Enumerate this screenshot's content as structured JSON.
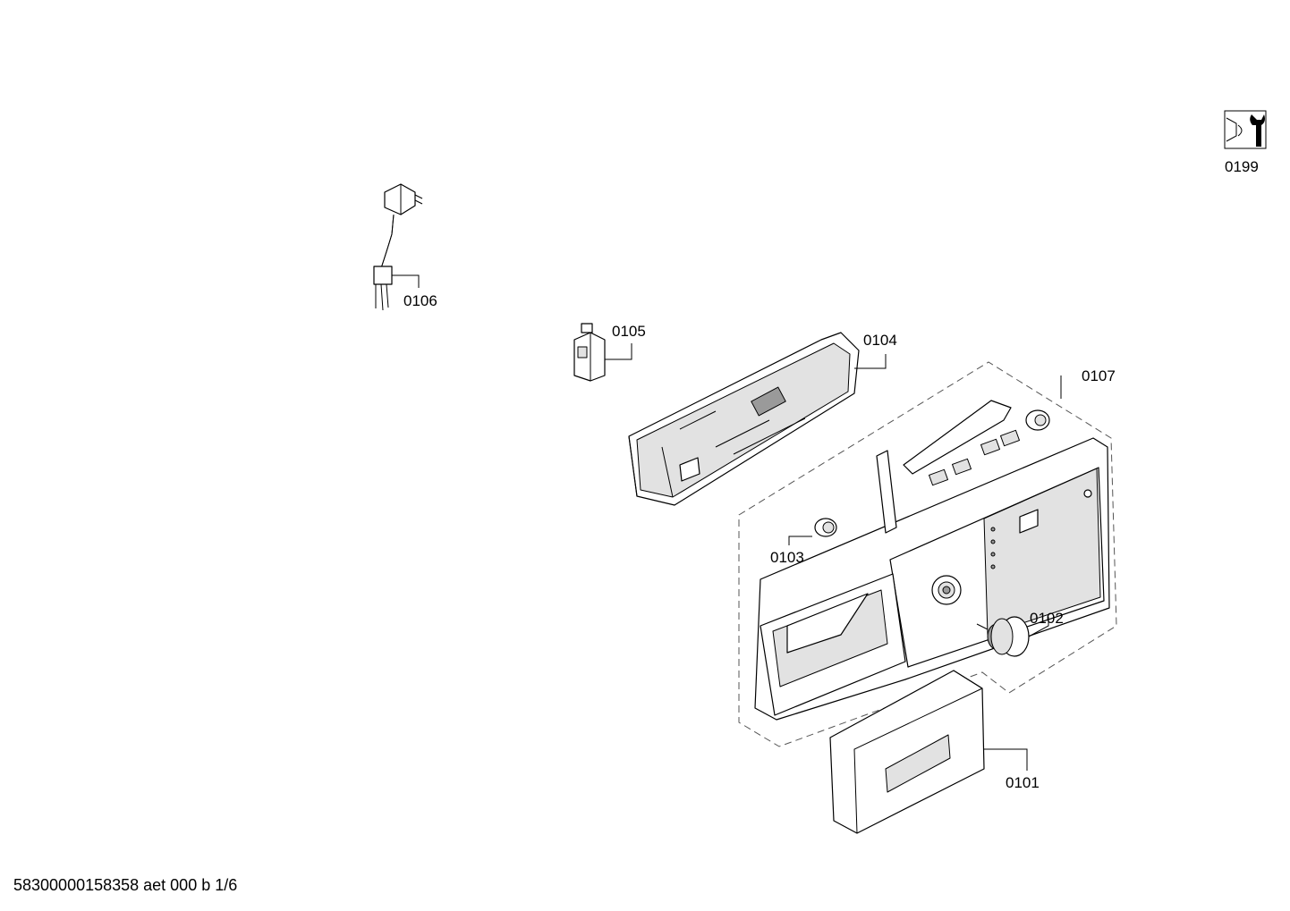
{
  "parts": {
    "p0101": "0101",
    "p0102": "0102",
    "p0103": "0103",
    "p0104": "0104",
    "p0105": "0105",
    "p0106": "0106",
    "p0107": "0107",
    "p0199": "0199"
  },
  "footer": {
    "document_code": "58300000158358 aet 000 b 1/6"
  },
  "icons": {
    "service_icon": "wrench-icon"
  }
}
